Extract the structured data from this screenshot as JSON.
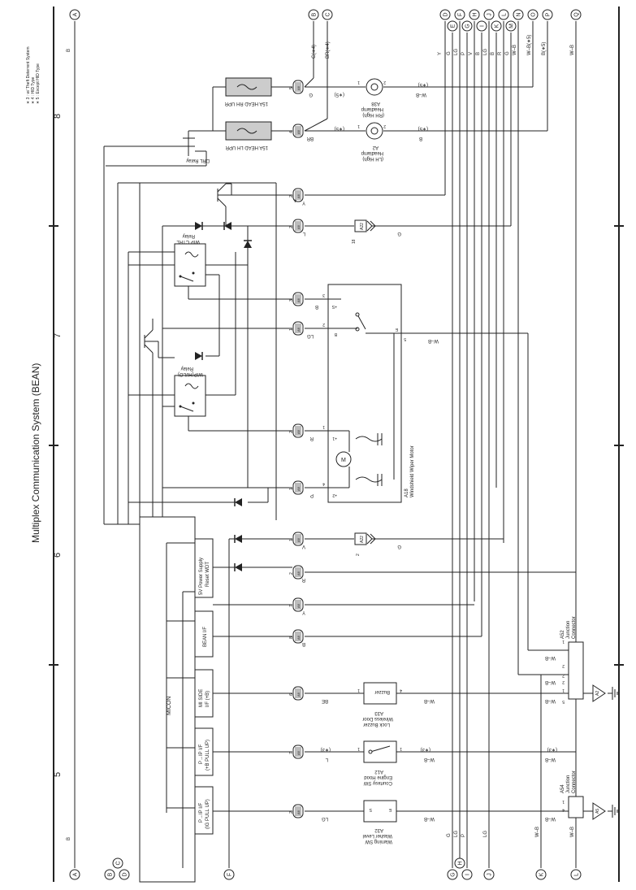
{
  "page": {
    "title": "Multiplex Communication System (BEAN)",
    "notes": [
      "∗ 3 : w/ Theft Deterrent System",
      "∗ 4 : HID Type",
      "∗ 5 : Except HID Type"
    ],
    "zones": [
      "8",
      "7",
      "6",
      "5"
    ],
    "edge_labels": [
      "B",
      "B"
    ]
  },
  "left_markers": [
    "A",
    "B",
    "C",
    "D",
    "E",
    "F",
    "G",
    "H",
    "I",
    "J",
    "K",
    "L"
  ],
  "right_markers": [
    "A",
    "B",
    "C",
    "D",
    "E",
    "F",
    "G",
    "H",
    "I",
    "J",
    "K",
    "L",
    "M",
    "N",
    "O",
    "P",
    "Q"
  ],
  "top_wire_labels": [
    "G(∗4)",
    "BR(∗4)",
    "Y",
    "G",
    "LG",
    "P",
    "V",
    "B",
    "LG",
    "B",
    "R",
    "G",
    "W–B",
    "W–B(∗5)",
    "B(∗5)",
    "W–B"
  ],
  "bottom_wire_labels": [
    "G",
    "LG",
    "P",
    "LG",
    "W–B",
    "W–B"
  ],
  "components": {
    "fuse_rh": "15A HEAD RH UPR",
    "fuse_lh": "15A HEAD LH UPR",
    "drl_relay": "DRL Relay",
    "headlamp_rh": [
      "A38",
      "Headlamp",
      "(RH High)"
    ],
    "headlamp_lh": [
      "A2",
      "Headlamp",
      "(LH High)"
    ],
    "wip_ctrl_relay": [
      "WIP CTRL",
      "Relay"
    ],
    "wip_hilo_relay": [
      "WIP(HI/LO)",
      "Relay"
    ],
    "wiper_motor": [
      "A18",
      "Windshield Wiper Motor"
    ],
    "micon": "MICON",
    "power_supply": [
      "5V Power Supply",
      "Reset WDT"
    ],
    "bean_if": "BEAN I/F",
    "mi_side_if": [
      "MI SIDE",
      "I/F (+B)"
    ],
    "pi_pull_b": [
      "P→IP I/F",
      "(+B PULL UP)"
    ],
    "pi_pull_ig": [
      "P→IP I/F",
      "(IG PULL UP)"
    ],
    "buzzer": [
      "A33",
      "Wireless Door",
      "Lock Buzzer"
    ],
    "buzzer_label": "Buzzer",
    "hood_sw": [
      "A12",
      "Engine Hood",
      "Courtesy SW"
    ],
    "washer_sw": [
      "A32",
      "Washer Level",
      "Warning SW"
    ],
    "junction_a52": [
      "A52",
      "Junction",
      "Connector"
    ],
    "junction_a54": [
      "A54",
      "Junction",
      "Connector"
    ],
    "ground_a2": "A2",
    "ground_a5": "A5",
    "conn_a22": "A22"
  },
  "pins": [
    {
      "n": "5",
      "c": "A6"
    },
    {
      "n": "4",
      "c": "A6"
    },
    {
      "n": "2",
      "c": "A6"
    },
    {
      "n": "2",
      "c": "A6"
    },
    {
      "n": "3",
      "c": "A6"
    },
    {
      "n": "1",
      "c": "A6"
    },
    {
      "n": "2",
      "c": "A6"
    },
    {
      "n": "1",
      "c": "A6"
    },
    {
      "n": "1",
      "c": "A6"
    },
    {
      "n": "2",
      "c": "A6"
    },
    {
      "n": "7",
      "c": "A6"
    },
    {
      "n": "8",
      "c": "A6"
    },
    {
      "n": "6",
      "c": "A6"
    },
    {
      "n": "7",
      "c": "A6"
    },
    {
      "n": "2",
      "c": "A6"
    }
  ],
  "wire_colors": {
    "row_g": "G",
    "row_br": "BR",
    "row_wb1": "W–B",
    "row_b5": "B",
    "row_y": "Y",
    "row_l": "L",
    "row_g2": "G",
    "row_b": "B",
    "row_lg": "LG",
    "row_wb2": "W–B",
    "row_r": "R",
    "row_p": "P",
    "row_v": "V",
    "row_g3": "G",
    "row_r2": "R",
    "row_y2": "Y",
    "row_b2": "B",
    "row_be": "BE",
    "row_wb3": "W–B",
    "row_l2": "L",
    "row_wb4": "W–B",
    "row_lg2": "LG",
    "row_wb5": "W–B"
  },
  "tags": {
    "s5": "(∗5)",
    "s3": "(∗3)"
  },
  "pin_nums": [
    "1",
    "2",
    "1",
    "2",
    "18",
    "4",
    "3",
    "2",
    "E",
    "5",
    "+S",
    "B",
    "1",
    "+1",
    "4",
    "+2",
    "2",
    "1",
    "2",
    "1",
    "4",
    "5",
    "1",
    "1",
    "4",
    "1",
    "S",
    "E",
    "1",
    "2",
    "2"
  ]
}
